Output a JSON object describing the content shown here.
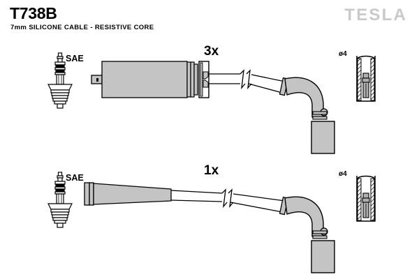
{
  "header": {
    "part_number": "T738B",
    "description": "7mm SILICONE CABLE - RESISTIVE CORE",
    "brand": "TESLA"
  },
  "colors": {
    "outline": "#000000",
    "boot_fill": "#c4c4c4",
    "terminal_fill": "#b0b0b0",
    "logo_gray": "#c9c9c9",
    "background": "#ffffff"
  },
  "assemblies": [
    {
      "id": "upper-assembly",
      "quantity_label": "3x",
      "plug_end_label": "SAE",
      "coil_end_label": "ø4",
      "plug_boot_type": "straight-long-ribbed",
      "coil_boot_type": "elbow-90",
      "cable_break_symbol": true
    },
    {
      "id": "lower-assembly",
      "quantity_label": "1x",
      "plug_end_label": "SAE",
      "coil_end_label": "ø4",
      "plug_boot_type": "straight-tapered",
      "coil_boot_type": "elbow-90",
      "cable_break_symbol": true
    }
  ]
}
